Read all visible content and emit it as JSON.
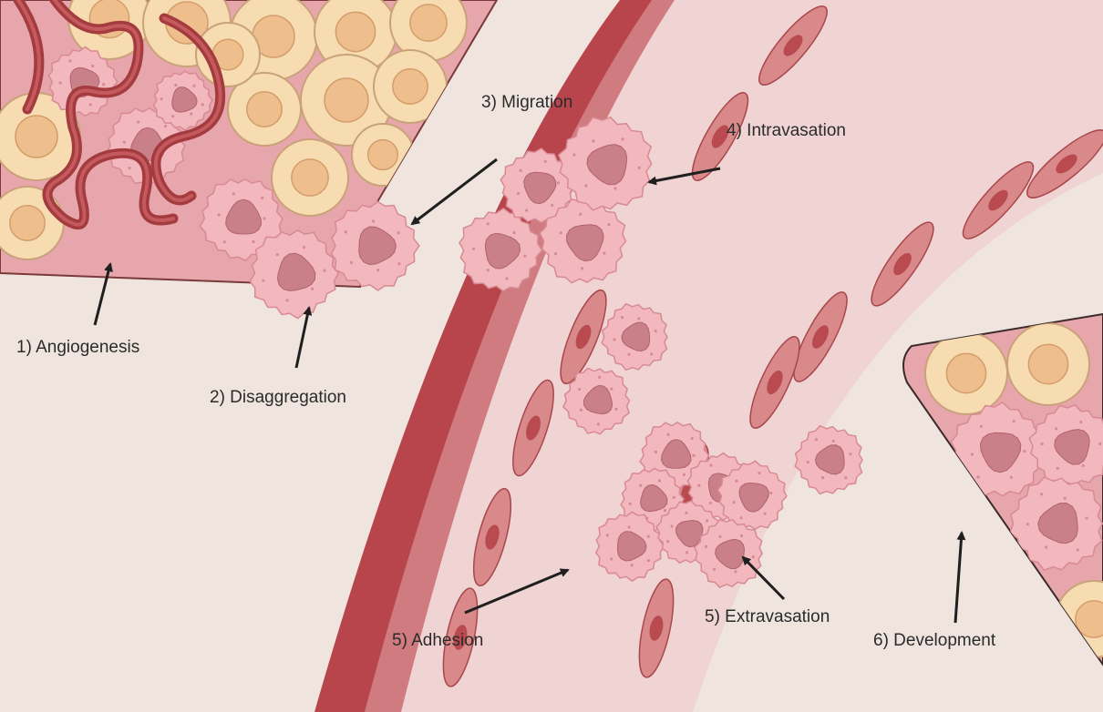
{
  "palette": {
    "background": "#efe5de",
    "vessel_wall": "#b8444c",
    "vessel_wall_inner": "#cf7b7f",
    "endothelial": "#d9898a",
    "endothelial_nucleus": "#b94a50",
    "lumen": "#f0d3d3",
    "tumor_cell": "#f2b8be",
    "tumor_nucleus": "#c98088",
    "tissue_cell": "#f6dcb0",
    "tissue_nucleus": "#eebf8c",
    "capillary": "#a33b3f",
    "arrow": "#1f1f1f"
  },
  "steps": {
    "angiogenesis": "1) Angiogenesis",
    "disaggregation": "2) Disaggregation",
    "migration": "3) Migration",
    "intravasation": "4) Intravasation",
    "adhesion": "5) Adhesion",
    "extravasation": "5) Extravasation",
    "development": "6) Development"
  }
}
